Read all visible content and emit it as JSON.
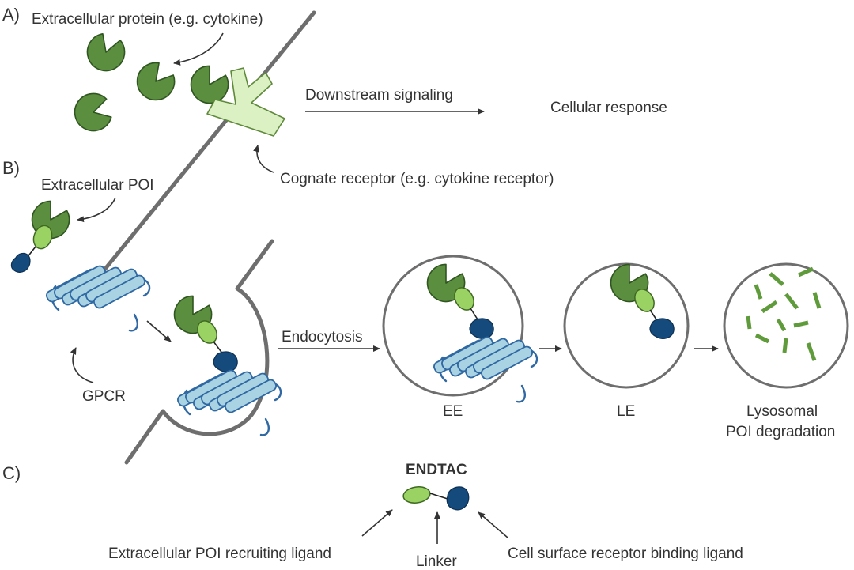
{
  "panels": {
    "a": "A)",
    "b": "B)",
    "c": "C)"
  },
  "panel_a": {
    "extracellular_protein": "Extracellular protein (e.g. cytokine)",
    "downstream_signaling": "Downstream signaling",
    "cellular_response": "Cellular response",
    "cognate_receptor": "Cognate receptor (e.g. cytokine receptor)"
  },
  "panel_b": {
    "extracellular_poi": "Extracellular POI",
    "gpcr": "GPCR",
    "endocytosis": "Endocytosis",
    "ee": "EE",
    "le": "LE",
    "lysosomal_line1": "Lysosomal",
    "lysosomal_line2": "POI degradation"
  },
  "panel_c": {
    "title": "ENDTAC",
    "recruiting_ligand": "Extracellular POI recruiting ligand",
    "linker": "Linker",
    "binding_ligand": "Cell surface receptor binding ligand"
  },
  "colors": {
    "protein_dark_green": "#5b8e3e",
    "ligand_light_green": "#9bd264",
    "receptor_pale_green": "#dcf1c3",
    "receptor_ligand_navy": "#144a7c",
    "gpcr_helix_fill": "#a9d3e3",
    "gpcr_outline": "#2f68a3",
    "membrane_gray": "#6e6e6e",
    "degraded_fragment_green": "#5f9b3a"
  }
}
